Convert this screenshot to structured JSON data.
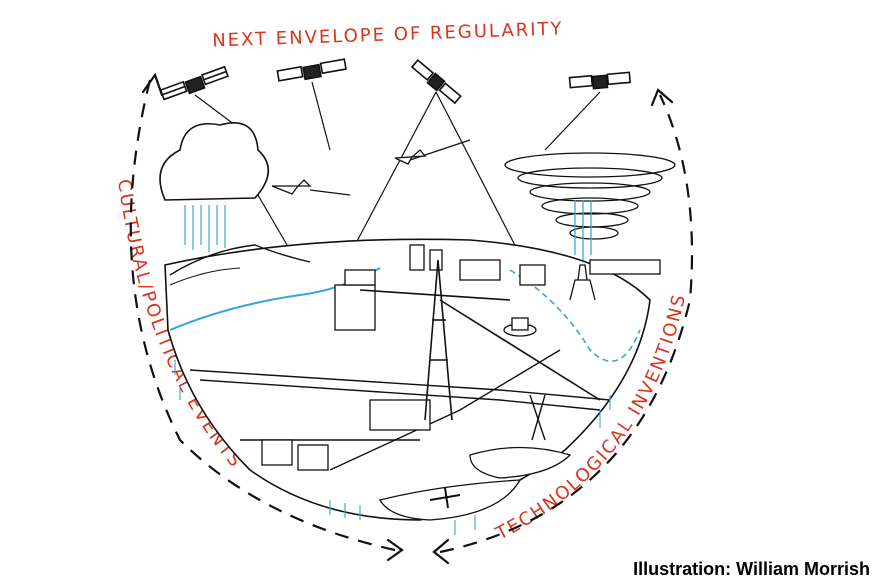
{
  "labels": {
    "top": "NEXT ENVELOPE OF REGULARITY",
    "left": "CULTURAL/POLITICAL EVENTS",
    "right": "TECHNOLOGICAL INVENTIONS"
  },
  "credit": "Illustration: William Morrish",
  "colors": {
    "annotation": "#d9341f",
    "water": "#3aa6d6",
    "ink": "#111111"
  }
}
